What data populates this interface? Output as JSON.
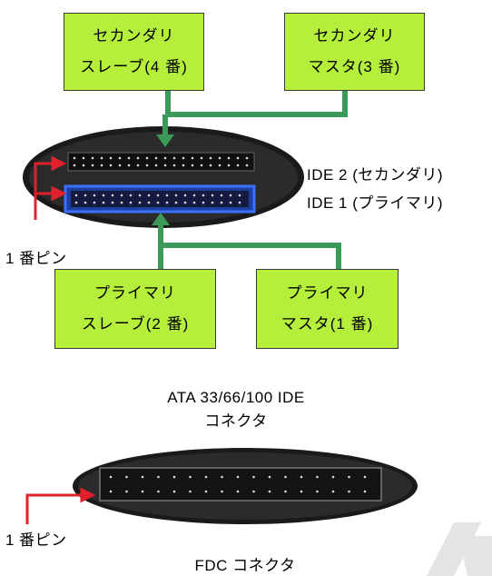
{
  "secondary_slave": {
    "line1": "セカンダリ",
    "line2": "スレーブ(4 番)"
  },
  "secondary_master": {
    "line1": "セカンダリ",
    "line2": "マスタ(3 番)"
  },
  "primary_slave": {
    "line1": "プライマリ",
    "line2": "スレーブ(2 番)"
  },
  "primary_master": {
    "line1": "プライマリ",
    "line2": "マスタ(1 番)"
  },
  "ide2_label": "IDE 2 (セカンダリ)",
  "ide1_label": "IDE 1 (プライマリ)",
  "pin1_label_top": "1 番ピン",
  "pin1_label_bottom": "1 番ピン",
  "ata_caption": {
    "line1": "ATA 33/66/100 IDE",
    "line2": "コネクタ"
  },
  "fdc_caption": "FDC コネクタ",
  "colors": {
    "box_fill": "#b6ee3c",
    "connector_line": "#3c9a58",
    "pin_marker": "#e0202a",
    "ide1_highlight": "#2f5fd8"
  }
}
